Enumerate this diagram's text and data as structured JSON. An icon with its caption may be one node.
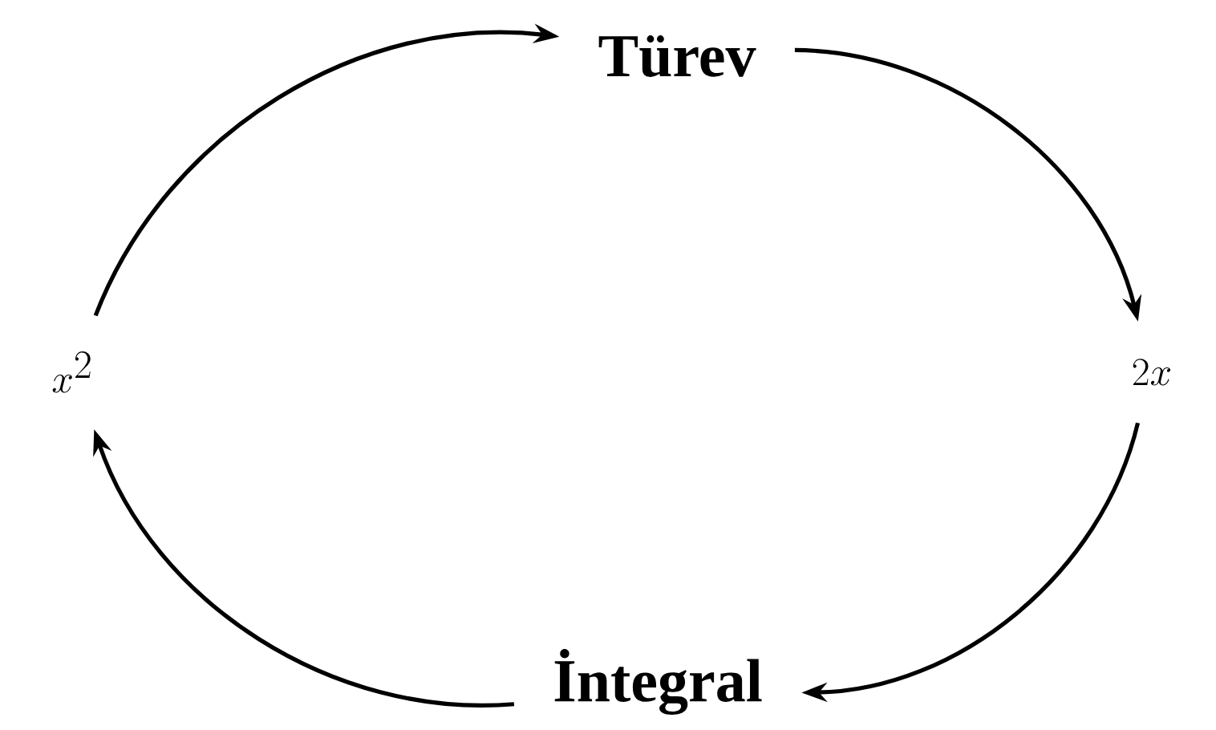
{
  "diagram": {
    "nodes": [
      {
        "text": [
          "x^2"
        ]
      },
      {
        "text": [
          "Türev"
        ]
      },
      {
        "text": [
          "2x"
        ]
      },
      {
        "text": [
          "İntegral"
        ]
      }
    ],
    "edges": [
      {
        "from": 0,
        "to": 1,
        "arrow": "to"
      },
      {
        "from": 1,
        "to": 2,
        "arrow": "to"
      },
      {
        "from": 2,
        "to": 3,
        "arrow": "to"
      },
      {
        "from": 3,
        "to": 0,
        "arrow": "to"
      }
    ]
  }
}
